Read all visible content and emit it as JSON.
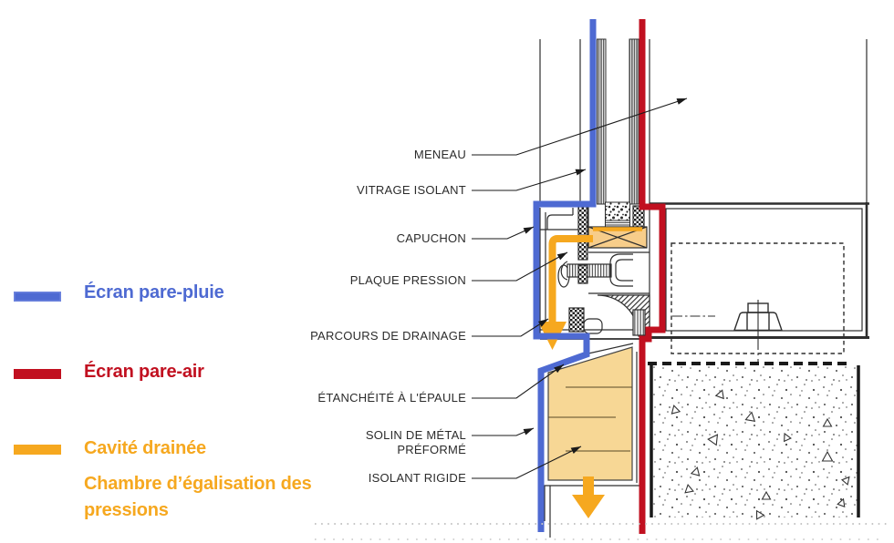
{
  "legend": {
    "items": [
      {
        "label": "Écran pare-pluie",
        "color": "#4e6ad2"
      },
      {
        "label": "Écran pare-air",
        "color": "#c11020"
      },
      {
        "label": "Cavité drainée",
        "color": "#f6a81f"
      }
    ],
    "chamber_note": "Chambre d’égalisation des\npressions",
    "chamber_color": "#f6a81f"
  },
  "callouts": {
    "items": [
      {
        "label": "MENEAU"
      },
      {
        "label": "VITRAGE ISOLANT"
      },
      {
        "label": "CAPUCHON"
      },
      {
        "label": "PLAQUE PRESSION"
      },
      {
        "label": "PARCOURS DE DRAINAGE"
      },
      {
        "label": "ÉTANCHÉITÉ À L'ÉPAULE"
      },
      {
        "label": "SOLIN DE MÉTAL\nPRÉFORMÉ"
      },
      {
        "label": "ISOLANT RIGIDE"
      }
    ]
  },
  "drawing_colors": {
    "rain_screen_blue": "#4e6ad2",
    "air_barrier_red": "#c11020",
    "drained_cavity_orange": "#f6a81f",
    "rigid_insulation_tan": "#f7d795",
    "thermal_break_tan": "#f7cd8a"
  }
}
